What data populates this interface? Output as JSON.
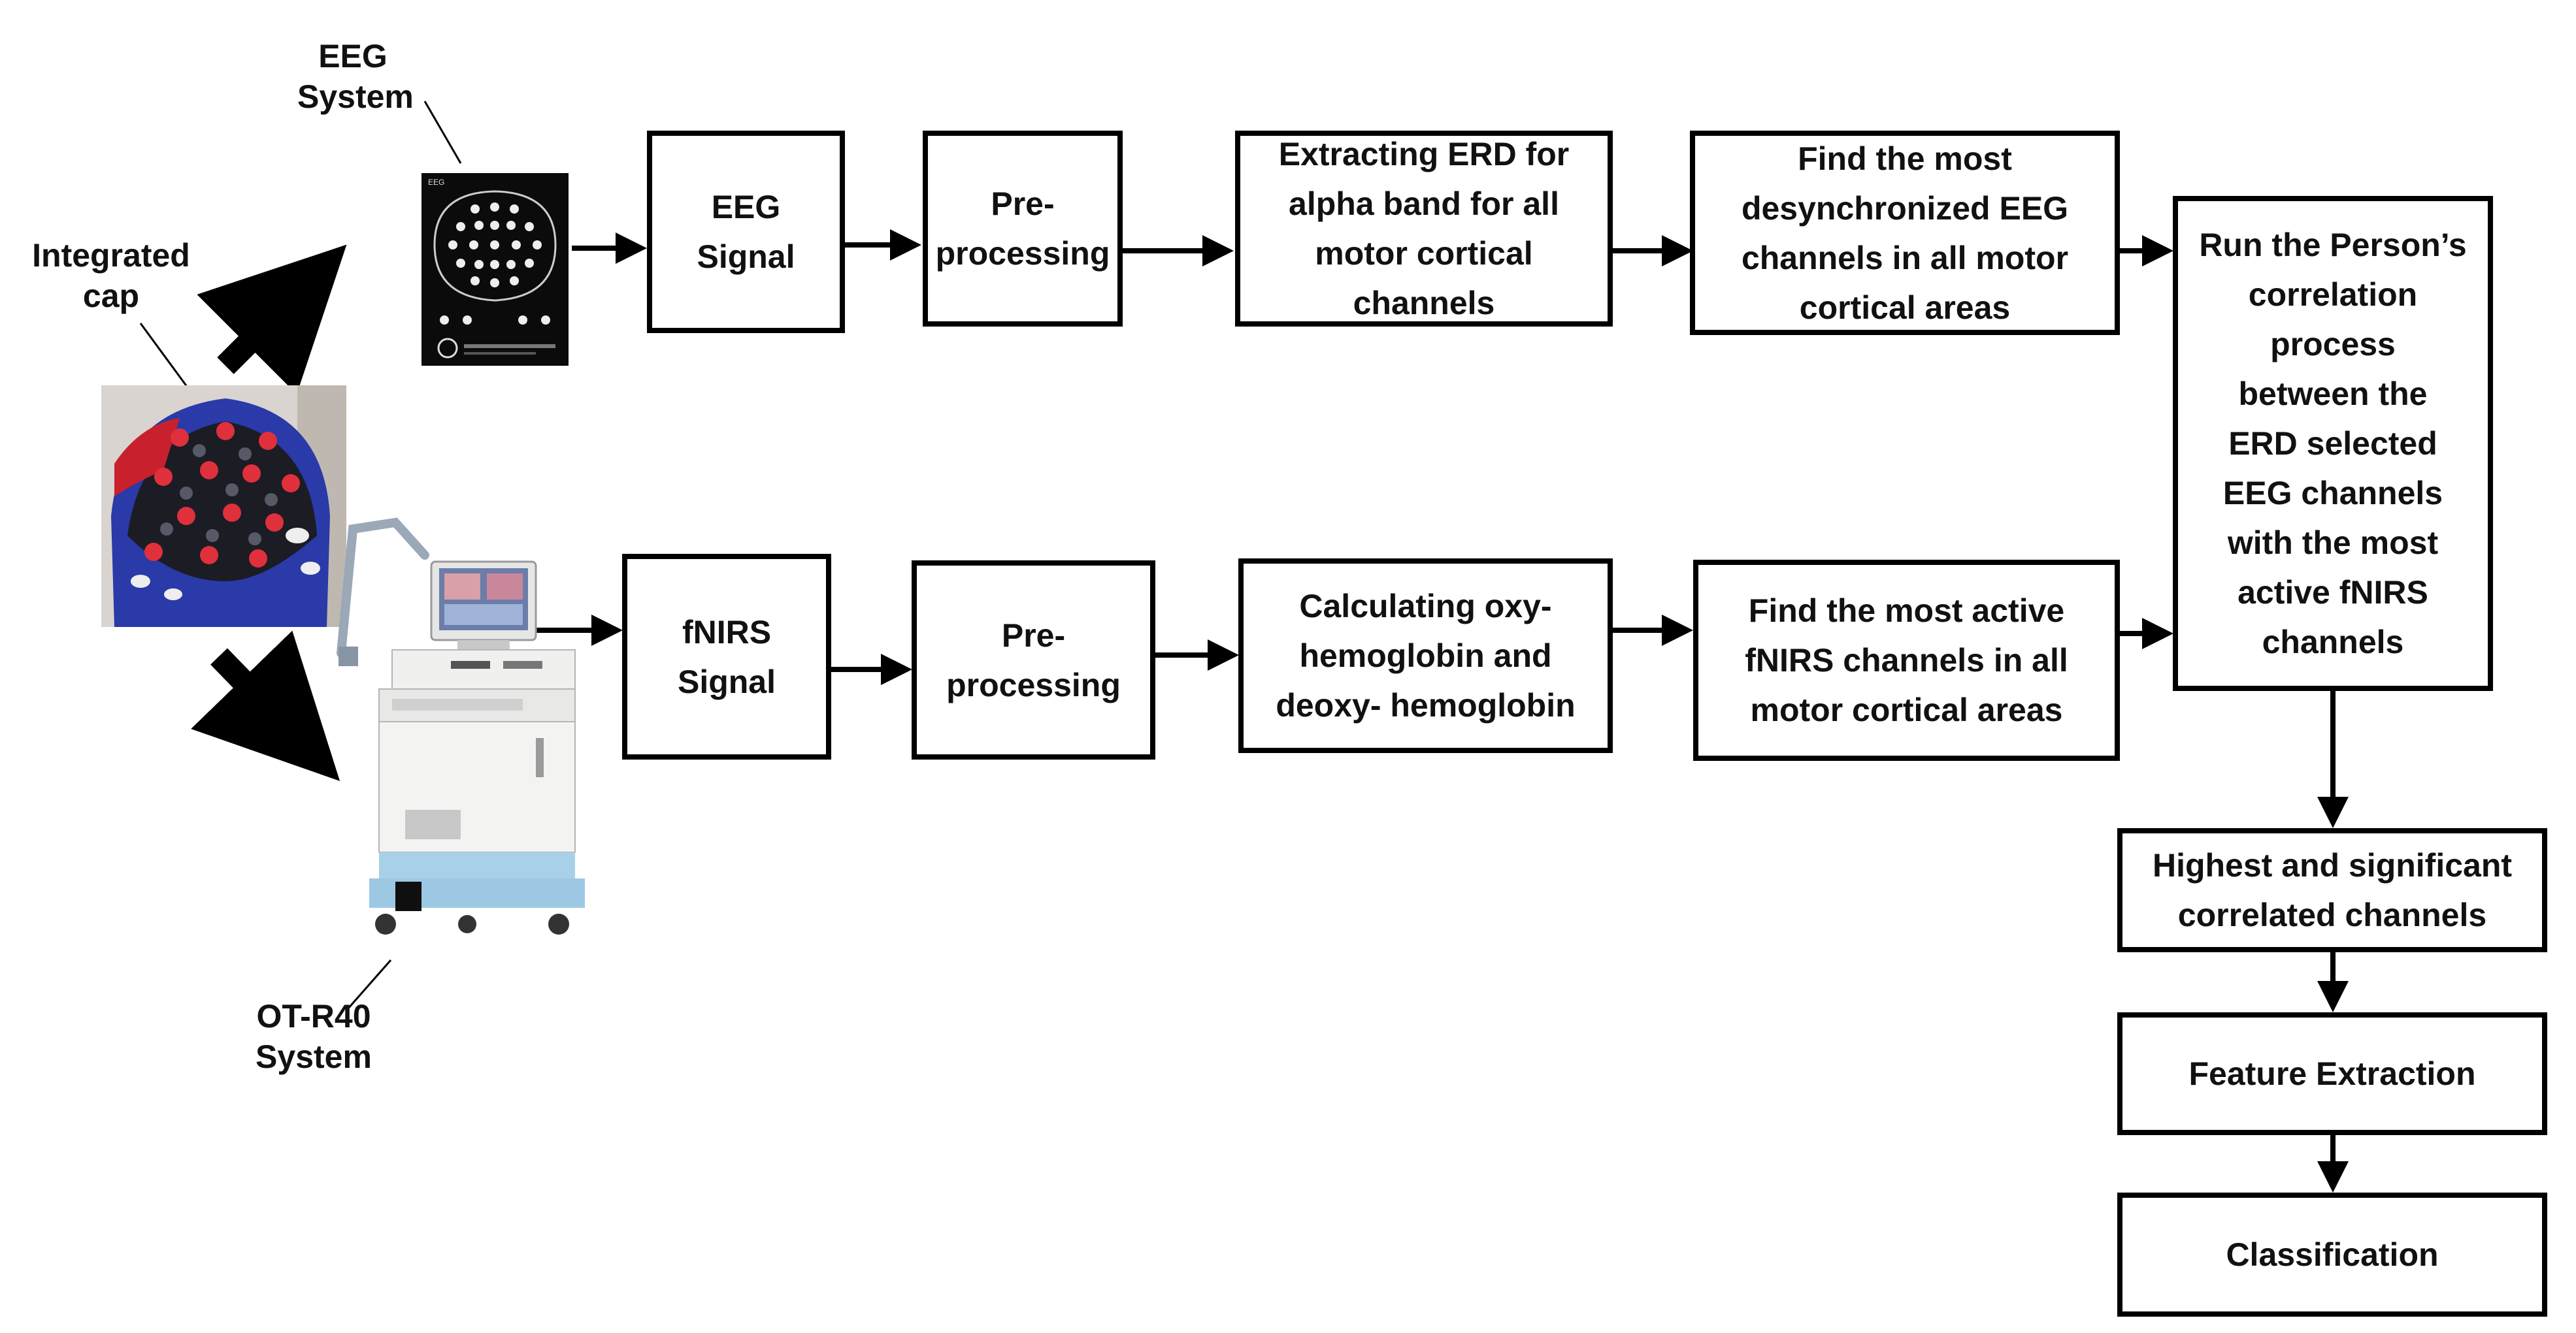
{
  "labels": {
    "eeg_system": "EEG\nSystem",
    "integrated_cap": "Integrated\ncap",
    "ot_system": "OT-R40\nSystem"
  },
  "boxes": {
    "eeg_signal": "EEG\nSignal",
    "eeg_preprocessing": "Pre-\nprocessing",
    "extracting_erd": "Extracting ERD for\nalpha band for all\nmotor cortical\nchannels",
    "find_desync": "Find the most\ndesynchronized EEG\nchannels in all motor\ncortical areas",
    "fnirs_signal": "fNIRS\nSignal",
    "fnirs_preprocessing": "Pre-\nprocessing",
    "calculating_oxy": "Calculating oxy-\nhemoglobin and\ndeoxy- hemoglobin",
    "find_active": "Find the most active\nfNIRS channels in all\nmotor cortical areas",
    "correlation": "Run the Person’s\ncorrelation\nprocess\nbetween the\nERD selected\nEEG channels\nwith the most\nactive fNIRS\nchannels",
    "highest_correlated": "Highest  and significant\ncorrelated channels",
    "feature_extraction": "Feature Extraction",
    "classification": "Classification"
  },
  "images": {
    "eeg_device": "EEG electrode layout panel",
    "cap": "Integrated EEG-fNIRS cap photo",
    "ot_device": "OT-R40 fNIRS device"
  }
}
